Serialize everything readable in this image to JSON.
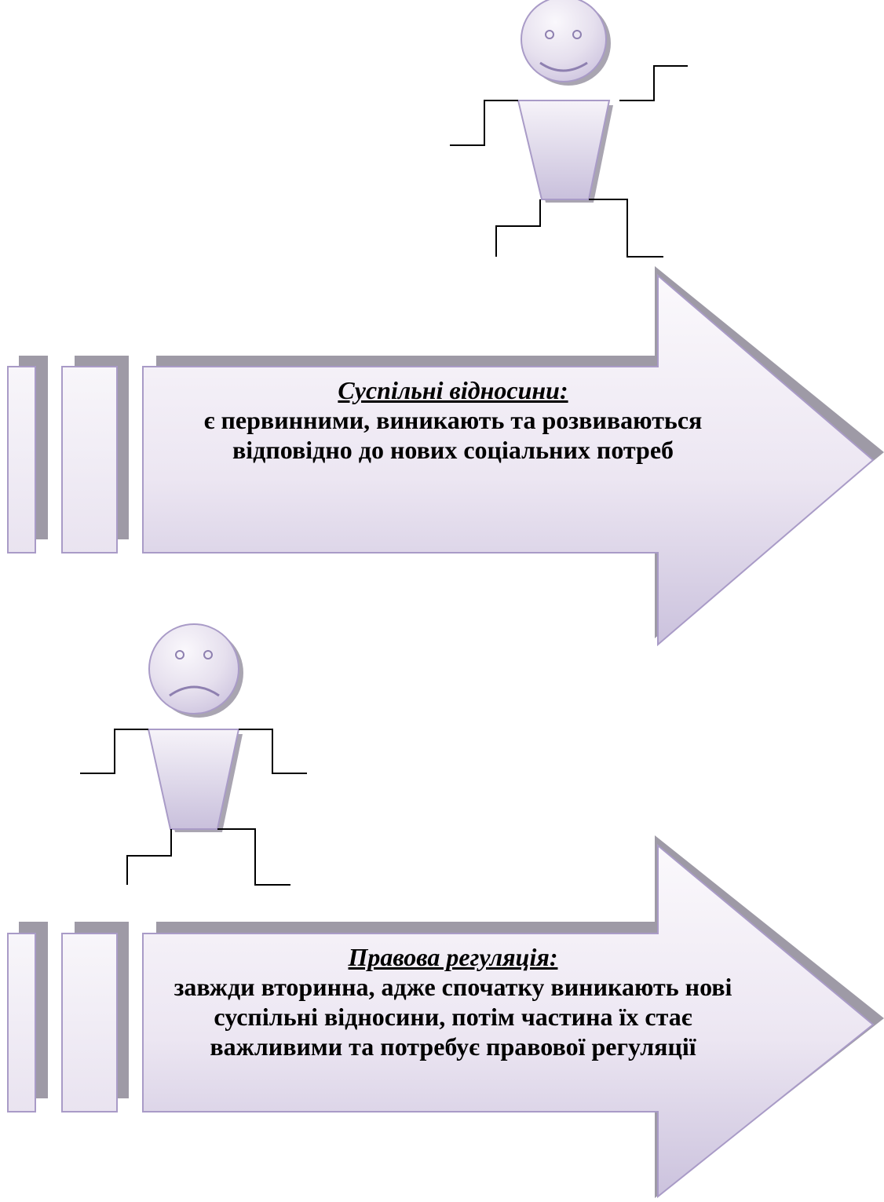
{
  "blocks": [
    {
      "title": "Суспільні відносини:",
      "body": "є первинними, виникають та розвиваються відповідно до нових соціальних потреб",
      "figure_mood": "smile"
    },
    {
      "title": "Правова регуляція:",
      "body": "завжди вторинна, адже спочатку виникають нові суспільні відносини, потім частина їх стає важливими та потребує правової регуляції",
      "figure_mood": "frown"
    }
  ],
  "colors": {
    "fill_light": "#f6f3f9",
    "fill_dark": "#c7bedb",
    "outline": "#a99bc7",
    "shadow": "#9e9aa6",
    "lines": "#000000"
  }
}
